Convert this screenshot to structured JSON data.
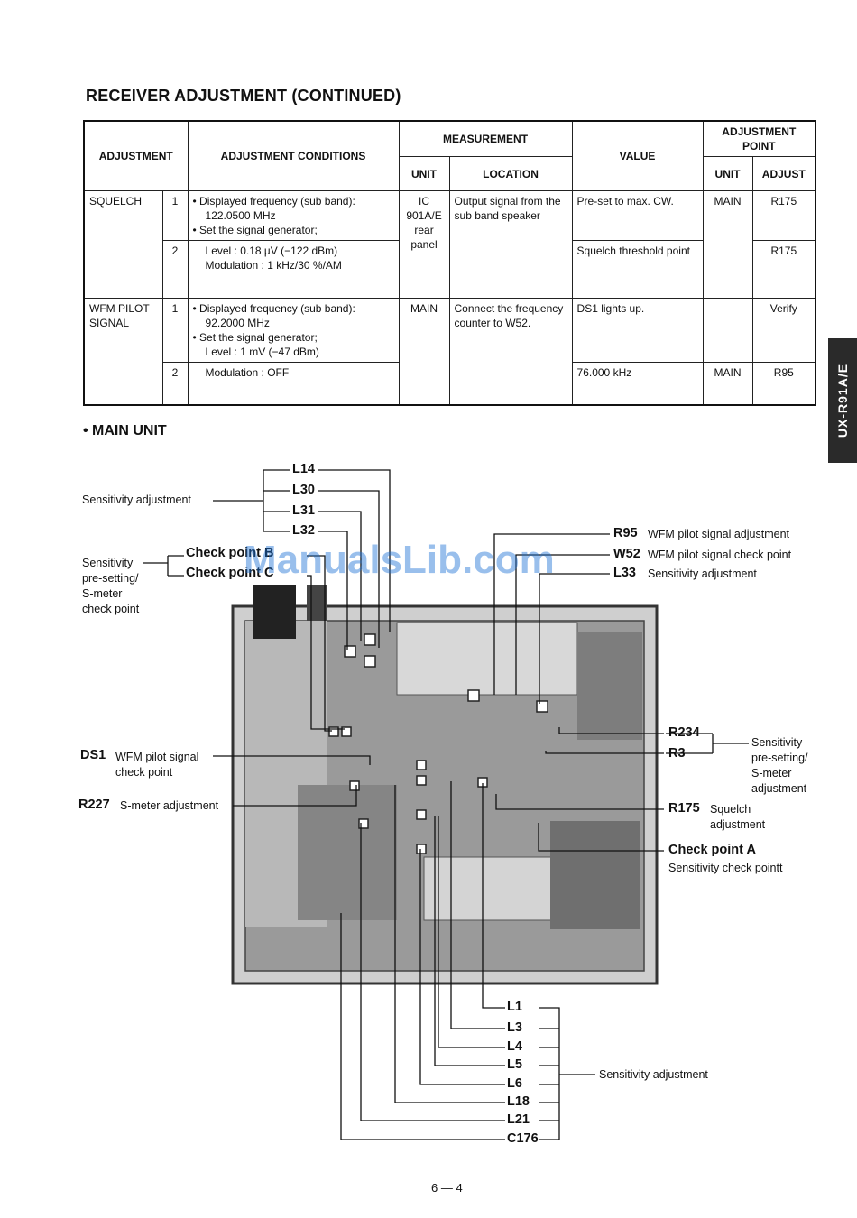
{
  "title": "RECEIVER ADJUSTMENT (CONTINUED)",
  "table": {
    "headers": {
      "adjustment": "ADJUSTMENT",
      "conditions": "ADJUSTMENT CONDITIONS",
      "measurement": "MEASUREMENT",
      "unit": "UNIT",
      "location": "LOCATION",
      "value": "VALUE",
      "adjustment_point": "ADJUSTMENT POINT",
      "ap_unit": "UNIT",
      "ap_adjust": "ADJUST"
    },
    "rows": [
      {
        "name": "SQUELCH",
        "steps": [
          {
            "num": "1",
            "cond": [
              "• Displayed frequency (sub band):",
              "122.0500 MHz",
              "• Set the signal generator;"
            ],
            "value": "Pre-set to max. CW.",
            "ap_adjust": "R175"
          },
          {
            "num": "2",
            "cond": [
              "Level         : 0.18 µV (−122 dBm)",
              "Modulation : 1 kHz/30 %/AM"
            ],
            "value": "Squelch threshold point",
            "ap_adjust": "R175"
          }
        ],
        "meas_unit": "IC 901A/E rear panel",
        "location": "Output signal from the sub band speaker",
        "ap_unit": "MAIN"
      },
      {
        "name": "WFM PILOT SIGNAL",
        "steps": [
          {
            "num": "1",
            "cond": [
              "• Displayed frequency (sub band):",
              "92.2000 MHz",
              "• Set the signal generator;",
              "Level         : 1 mV (−47 dBm)"
            ],
            "value": "DS1 lights up.",
            "ap_unit": "",
            "ap_adjust": "Verify"
          },
          {
            "num": "2",
            "cond": [
              "Modulation : OFF"
            ],
            "value": "76.000 kHz",
            "ap_unit": "MAIN",
            "ap_adjust": "R95"
          }
        ],
        "meas_unit": "MAIN",
        "location": "Connect the frequency counter to W52."
      }
    ]
  },
  "side_tab": "UX-R91A/E",
  "section_title": "• MAIN UNIT",
  "diagram": {
    "labels": {
      "sens_adj_top": "Sensitivity adjustment",
      "l14": "L14",
      "l30": "L30",
      "l31": "L31",
      "l32": "L32",
      "sens_preset": [
        "Sensitivity",
        "pre-setting/",
        "S-meter",
        "check point"
      ],
      "check_b": "Check point B",
      "check_c": "Check point C",
      "r95": "R95",
      "r95_desc": "WFM pilot signal adjustment",
      "w52": "W52",
      "w52_desc": "WFM pilot signal check point",
      "l33": "L33",
      "l33_desc": "Sensitivity adjustment",
      "r234": "R234",
      "r3": "R3",
      "right_preset": [
        "Sensitivity",
        "pre-setting/",
        "S-meter",
        "adjustment"
      ],
      "ds1": "DS1",
      "ds1_desc": [
        "WFM pilot signal",
        "check point"
      ],
      "r227": "R227",
      "r227_desc": "S-meter adjustment",
      "r175": "R175",
      "r175_desc": [
        "Squelch",
        "adjustment"
      ],
      "check_a": "Check point A",
      "check_a_desc": "Sensitivity check pointt",
      "bottom_parts": [
        "L1",
        "L3",
        "L4",
        "L5",
        "L6",
        "L18",
        "L21",
        "C176"
      ],
      "bottom_desc": "Sensitivity adjustment"
    }
  },
  "watermark": "ManualsLib.com",
  "page_number": "6 — 4"
}
